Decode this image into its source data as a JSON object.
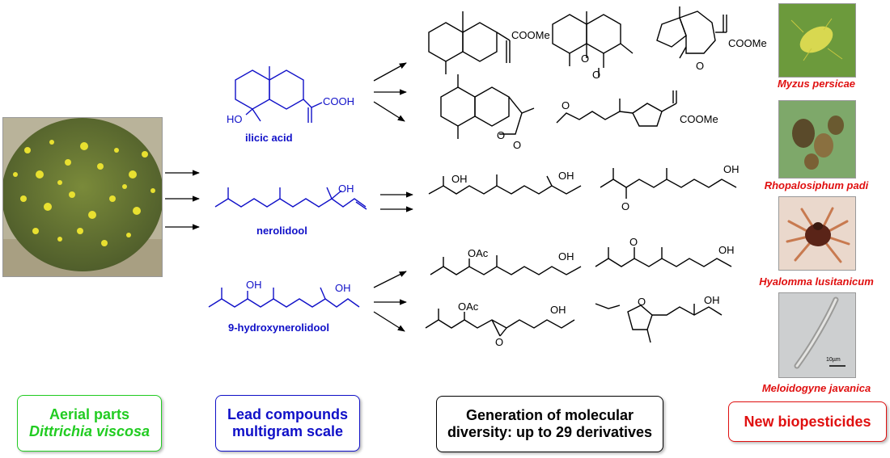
{
  "compounds": {
    "ilicic": "ilicic acid",
    "nerolidol": "nerolidool",
    "hydroxy": "9-hydroxynerolidool"
  },
  "atoms": {
    "cooh": "COOH",
    "coome": "COOMe",
    "oh": "OH",
    "ho": "HO",
    "o": "O",
    "oac": "OAc"
  },
  "scale_bar": "10µm",
  "species": [
    "Myzus persicae",
    "Rhopalosiphum padi",
    "Hyalomma lusitanicum",
    "Meloidogyne javanica"
  ],
  "boxes": {
    "aerial": {
      "line1": "Aerial parts",
      "line2": "Dittrichia viscosa"
    },
    "lead": {
      "line1": "Lead compounds",
      "line2": "multigram scale"
    },
    "generation": {
      "line1": "Generation of molecular",
      "line2": "diversity: up to 29 derivatives"
    },
    "biopesticides": {
      "line1": "New biopesticides"
    }
  },
  "colors": {
    "green": "#22cc22",
    "blue": "#1010c8",
    "red": "#e01010",
    "black": "#000000"
  }
}
